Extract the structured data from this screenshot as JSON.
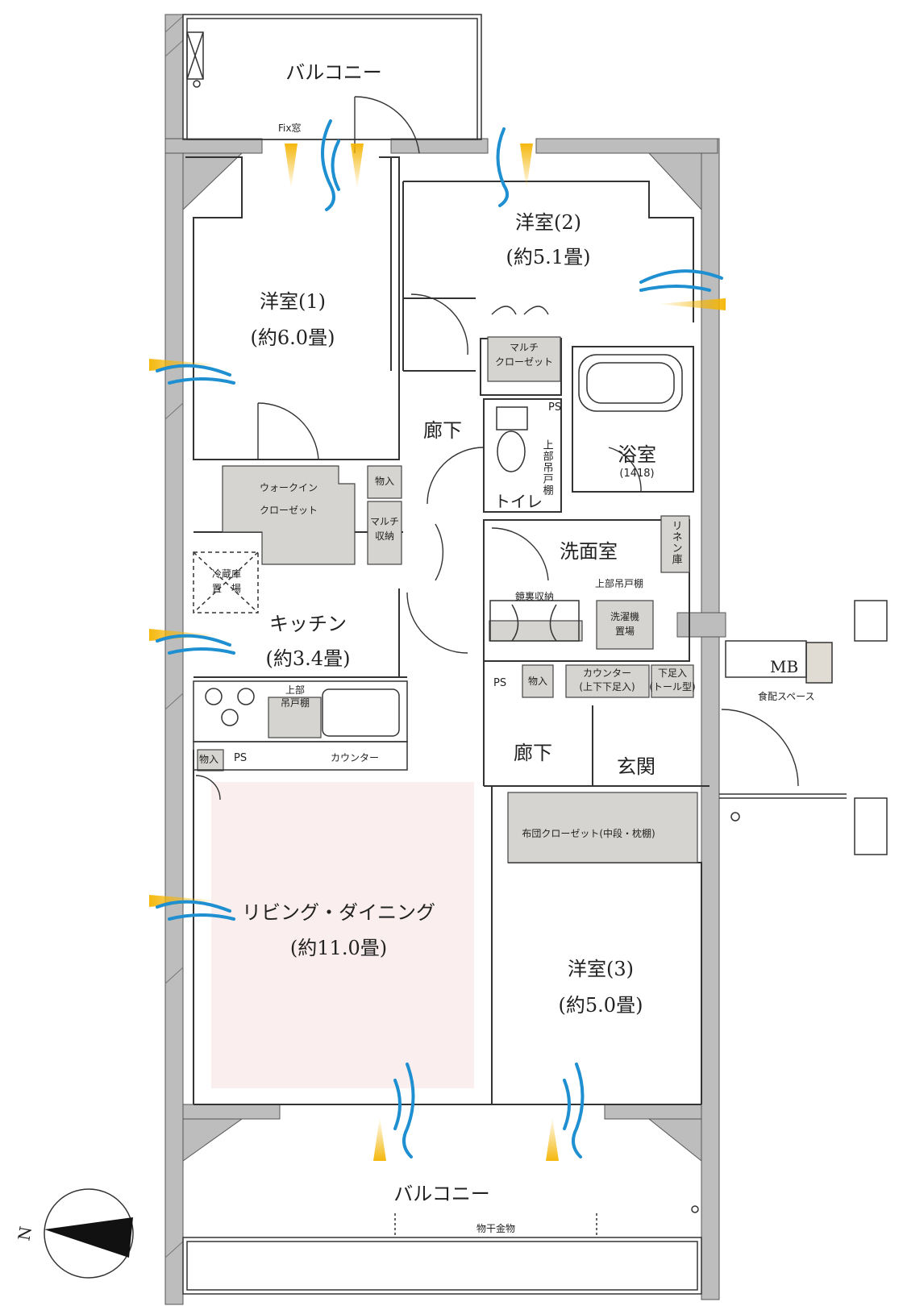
{
  "rooms": {
    "balcony_top": "バルコニー",
    "fix_window": "Fix窓",
    "western2_name": "洋室(2)",
    "western2_size": "(約5.1畳)",
    "western1_name": "洋室(1)",
    "western1_size": "(約6.0畳)",
    "multi_closet_top": "マルチ",
    "multi_closet_bottom": "クローゼット",
    "ps_toilet": "PS",
    "hallway_1": "廊下",
    "toilet": "トイレ",
    "upper_cabinet_vertical": "上部吊戸棚",
    "bath_name": "浴室",
    "bath_size": "(1418)",
    "walkin_top": "ウォークイン",
    "walkin_bottom": "クローゼット",
    "storage_a": "物入",
    "multi_storage_top": "マルチ",
    "multi_storage_bottom": "収納",
    "washroom": "洗面室",
    "linen": "リネン庫",
    "fridge_top": "冷蔵庫",
    "fridge_bottom": "置　場",
    "upper_cabinet_wash": "上部吊戸棚",
    "mirror_storage": "鏡裏収納",
    "washer_top": "洗濯機",
    "washer_bottom": "置場",
    "kitchen_name": "キッチン",
    "kitchen_size": "(約3.4畳)",
    "mb": "MB",
    "delivery_space": "食配スペース",
    "ps_hall": "PS",
    "storage_b": "物入",
    "counter_top": "カウンター",
    "counter_bottom": "(上下下足入)",
    "shoe_top": "下足入",
    "shoe_bottom": "(トール型)",
    "kitchen_upper_top": "上部",
    "kitchen_upper_bottom": "吊戸棚",
    "storage_c": "物入",
    "ps_living": "PS",
    "kitchen_counter": "カウンター",
    "hallway_2": "廊下",
    "entrance": "玄関",
    "futon_closet": "布団クローゼット(中段・枕棚)",
    "living_name": "リビング・ダイニング",
    "living_size": "(約11.0畳)",
    "western3_name": "洋室(3)",
    "western3_size": "(約5.0畳)",
    "balcony_bottom": "バルコニー",
    "clothes_hanger": "物干金物",
    "compass_n": "N"
  },
  "colors": {
    "wall": "#bdbdbd",
    "storage": "#d6d4d0",
    "living_tint": "#fbeeee",
    "breeze_blue": "#1e8fd0",
    "sun_yellow": "#f4b400"
  }
}
